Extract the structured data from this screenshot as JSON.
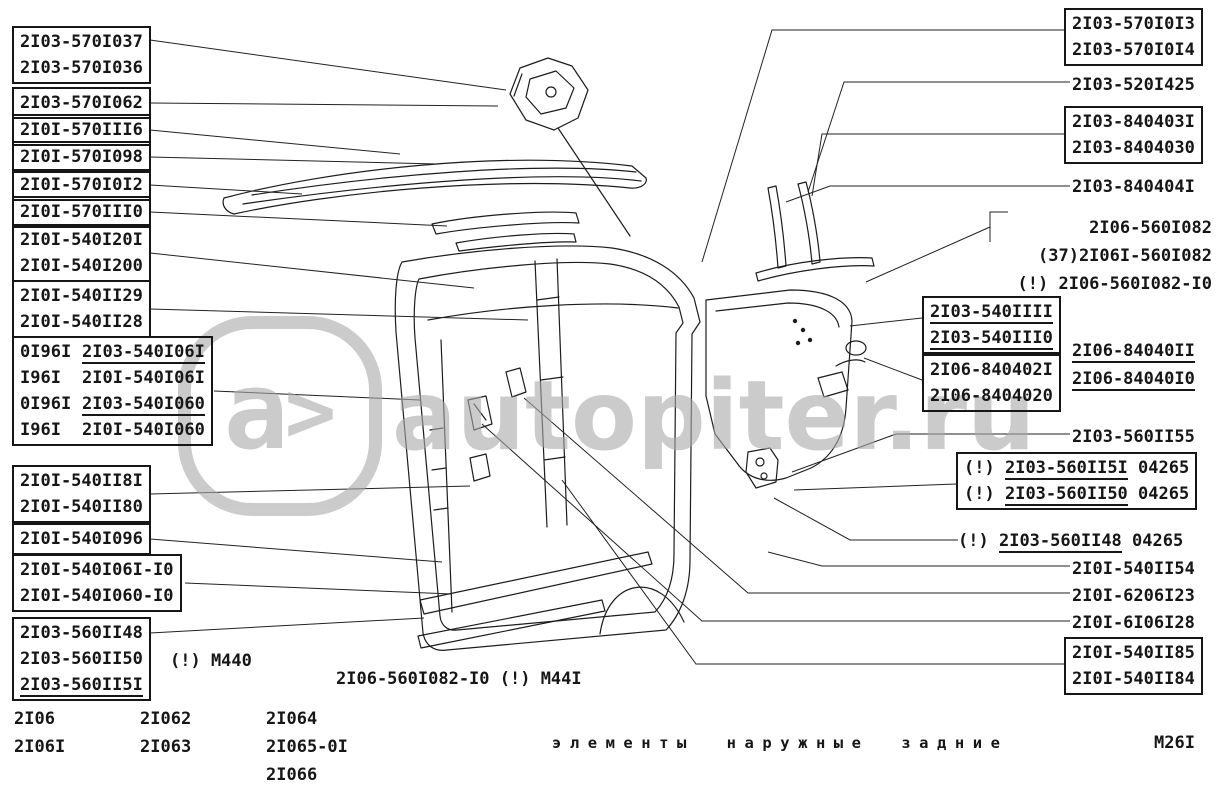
{
  "watermark": {
    "logo_a": "а",
    "logo_arrow": ">",
    "text": "autopiter.ru"
  },
  "title_block": {
    "caption": "элементы наружные задние",
    "sheet": "М26I",
    "note": "2I06-560I082-I0 (!) М44I"
  },
  "models": {
    "c1a": "2I06",
    "c1b": "2I06I",
    "c2a": "2I062",
    "c2b": "2I063",
    "c3a": "2I064",
    "c3b": "2I065-0I",
    "c3c": "2I066"
  },
  "left": {
    "l1a": "2I03-570I037",
    "l1b": "2I03-570I036",
    "l2": "2I03-570I062",
    "l3": "2I0I-570III6",
    "l4": "2I0I-570I098",
    "l5": "2I0I-570I0I2",
    "l6": "2I0I-570III0",
    "l7a": "2I0I-540I20I",
    "l7b": "2I0I-540I200",
    "l8a": "2I0I-540II29",
    "l8b": "2I0I-540II28",
    "l9": {
      "r1p": "0I96I",
      "r1n": "2I03-540I06I",
      "r2p": "I96I",
      "r2n": "2I0I-540I06I",
      "r3p": "0I96I",
      "r3n": "2I03-540I060",
      "r4p": "I96I",
      "r4n": "2I0I-540I060"
    },
    "l10a": "2I0I-540II8I",
    "l10b": "2I0I-540II80",
    "l11": "2I0I-540I096",
    "l12a": "2I0I-540I06I-I0",
    "l12b": "2I0I-540I060-I0",
    "l13a": "2I03-560II48",
    "l13b": "2I03-560II50",
    "l13note": "(!) М440",
    "l13c": "2I03-560II5I"
  },
  "right": {
    "r1a": "2I03-570I0I3",
    "r1b": "2I03-570I0I4",
    "r2": "2I03-520I425",
    "r3a": "2I03-840403I",
    "r3b": "2I03-8404030",
    "r4": "2I03-840404I",
    "r5a": "2I06-560I082",
    "r5b": "(37)2I06I-560I082",
    "r5c": "(!) 2I06-560I082-I0",
    "r6a": "2I03-540IIII",
    "r6b": "2I03-540III0",
    "r7a": "2I06-840402I",
    "r7b": "2I06-8404020",
    "r8a": "2I06-84040II",
    "r8b": "2I06-84040I0",
    "r9": "2I03-560II55",
    "r10a_pre": "(!)",
    "r10a_num": "2I03-560II5I",
    "r10a_suf": "04265",
    "r10b_pre": "(!)",
    "r10b_num": "2I03-560II50",
    "r10b_suf": "04265",
    "r11_pre": "(!)",
    "r11_num": "2I03-560II48",
    "r11_suf": "04265",
    "r12": "2I0I-540II54",
    "r13": "2I0I-6206I23",
    "r14": "2I0I-6I06I28",
    "r15a": "2I0I-540II85",
    "r15b": "2I0I-540II84"
  }
}
